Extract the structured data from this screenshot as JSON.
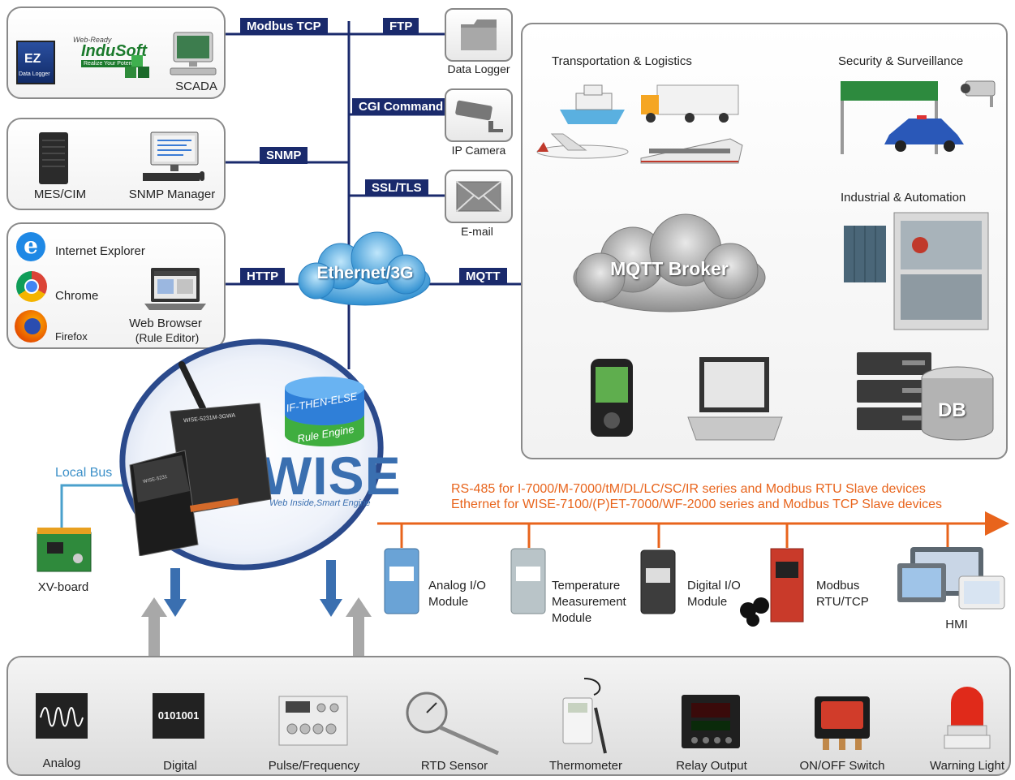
{
  "protocols": {
    "modbus_tcp": "Modbus TCP",
    "ftp": "FTP",
    "cgi": "CGI Command",
    "snmp": "SNMP",
    "ssl": "SSL/TLS",
    "http": "HTTP",
    "mqtt": "MQTT"
  },
  "scada_panel": {
    "induSoft_small": "Web-Ready",
    "induSoft": "InduSoft",
    "induSoft_tag": "Realize Your Potential",
    "ez_logo": "EZ",
    "ez_sub": "Data Logger",
    "scada": "SCADA"
  },
  "mes_panel": {
    "mes": "MES/CIM",
    "snmp_manager": "SNMP Manager"
  },
  "browser_panel": {
    "ie": "Internet Explorer",
    "chrome": "Chrome",
    "firefox": "Firefox",
    "web_browser": "Web Browser",
    "rule_editor": "(Rule Editor)"
  },
  "right_devices": {
    "data_logger": "Data Logger",
    "ip_camera": "IP Camera",
    "email": "E-mail"
  },
  "ethernet_cloud": "Ethernet/3G",
  "mqtt_panel": {
    "broker": "MQTT Broker",
    "transport": "Transportation & Logistics",
    "security": "Security & Surveillance",
    "industrial": "Industrial & Automation",
    "db": "DB"
  },
  "wise": {
    "title": "WISE",
    "subtitle": "Web Inside,Smart Engine",
    "if_then_else": "IF-THEN-ELSE",
    "rule_engine": "Rule Engine",
    "device_a": "WISE-5231M-3GWA",
    "device_b": "WISE-5231"
  },
  "local_bus": "Local Bus",
  "xv_board": "XV-board",
  "bus_text": {
    "line1": "RS-485 for I-7000/M-7000/tM/DL/LC/SC/IR series and Modbus RTU Slave devices",
    "line2": "Ethernet for WISE-7100/(P)ET-7000/WF-2000 series and Modbus TCP Slave devices"
  },
  "modules": [
    {
      "l1": "Analog I/O",
      "l2": "Module",
      "l3": ""
    },
    {
      "l1": "Temperature",
      "l2": "Measurement",
      "l3": "Module"
    },
    {
      "l1": "Digital I/O",
      "l2": "Module",
      "l3": ""
    },
    {
      "l1": "Modbus",
      "l2": "RTU/TCP",
      "l3": ""
    },
    {
      "l1": "HMI",
      "l2": "",
      "l3": ""
    }
  ],
  "io": {
    "analog": "Analog",
    "digital": "Digital",
    "digital_code": "0101001",
    "pulse": "Pulse/Frequency",
    "rtd": "RTD Sensor",
    "thermometer": "Thermometer",
    "relay": "Relay Output",
    "onoff": "ON/OFF Switch",
    "warning": "Warning Light"
  },
  "colors": {
    "navy": "#1a2a6c",
    "orange": "#e8641c",
    "blue_arrow": "#3a6fb0",
    "gray_arrow": "#999999",
    "cloud": "#3a9ed8"
  }
}
